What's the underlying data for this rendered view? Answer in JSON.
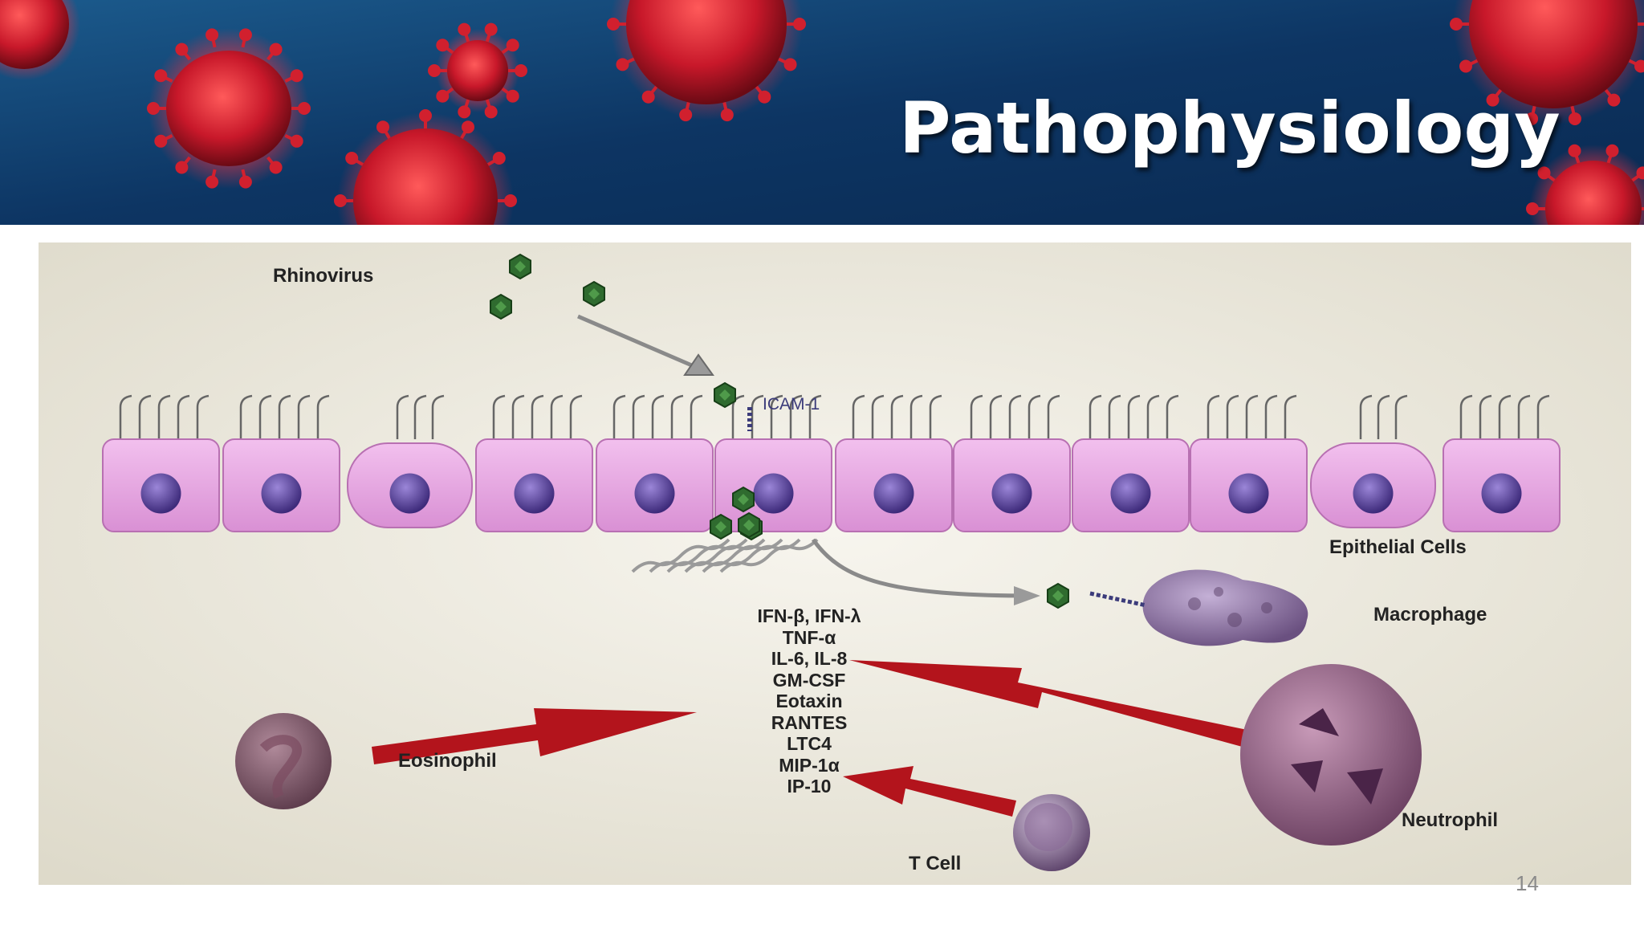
{
  "slide": {
    "title": "Pathophysiology",
    "page_number": "14"
  },
  "figure": {
    "labels": {
      "rhinovirus": "Rhinovirus",
      "icam": "ICAM-1",
      "epithelial": "Epithelial Cells",
      "macrophage": "Macrophage",
      "eosinophil": "Eosinophil",
      "neutrophil": "Neutrophil",
      "tcell": "T Cell"
    },
    "mediators": [
      "IFN-β, IFN-λ",
      "TNF-α",
      "IL-6, IL-8",
      "GM-CSF",
      "Eotaxin",
      "RANTES",
      "LTC4",
      "MIP-1α",
      "IP-10"
    ]
  },
  "colors": {
    "banner_blue": "#0f3d6b",
    "virus_red": "#c8182a",
    "cell_pink": "#e9a6e4",
    "nucleus_purple": "#5b3f9e",
    "virion_green": "#2f6b2f",
    "arrow_red": "#b3141c",
    "arrow_gray": "#8a8a8a"
  }
}
